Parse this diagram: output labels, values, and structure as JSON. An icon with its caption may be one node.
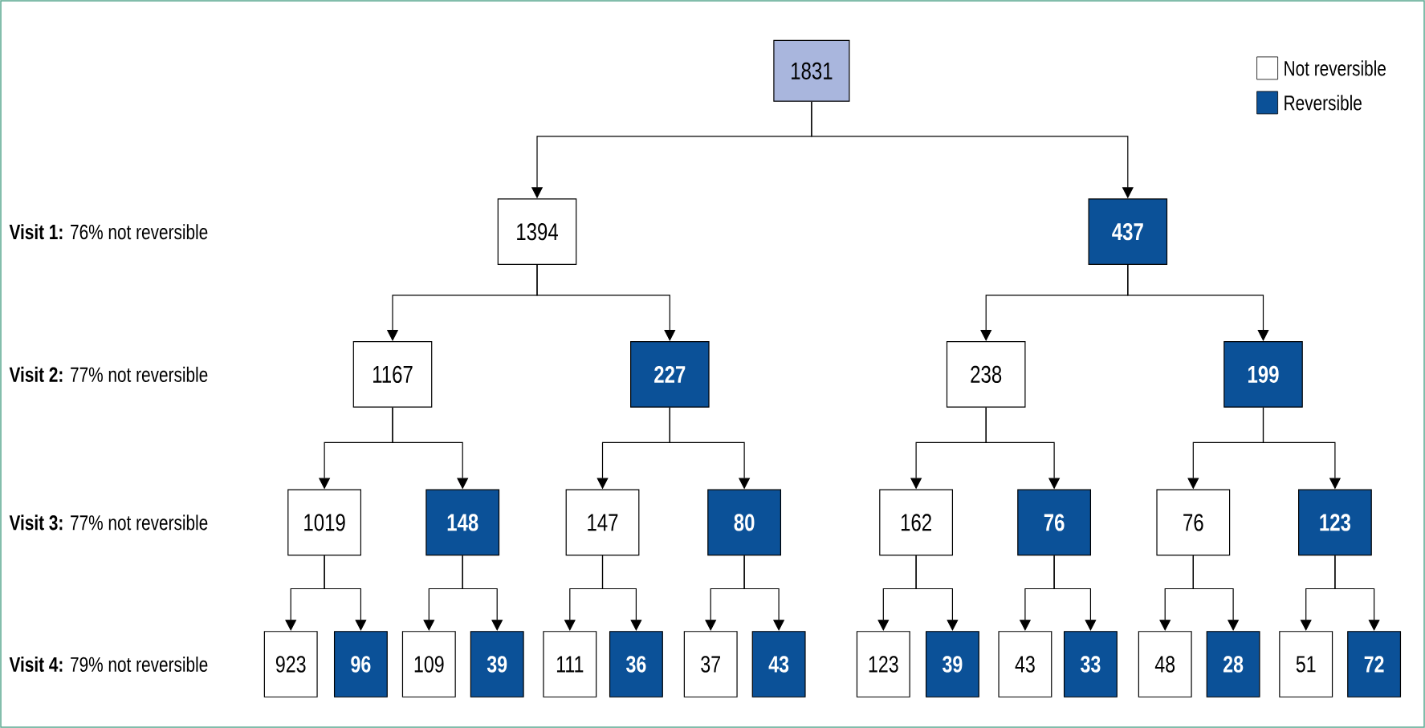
{
  "diagram": {
    "nodes": [
      {
        "text": [
          "1831"
        ]
      },
      {
        "text": [
          "1394"
        ]
      },
      {
        "text": [
          "437"
        ]
      },
      {
        "text": [
          "1167"
        ]
      },
      {
        "text": [
          "227"
        ]
      },
      {
        "text": [
          "238"
        ]
      },
      {
        "text": [
          "199"
        ]
      },
      {
        "text": [
          "1019"
        ]
      },
      {
        "text": [
          "148"
        ]
      },
      {
        "text": [
          "147"
        ]
      },
      {
        "text": [
          "80"
        ]
      },
      {
        "text": [
          "162"
        ]
      },
      {
        "text": [
          "76"
        ]
      },
      {
        "text": [
          "76"
        ]
      },
      {
        "text": [
          "123"
        ]
      },
      {
        "text": [
          "923"
        ]
      },
      {
        "text": [
          "96"
        ]
      },
      {
        "text": [
          "109"
        ]
      },
      {
        "text": [
          "39"
        ]
      },
      {
        "text": [
          "111"
        ]
      },
      {
        "text": [
          "36"
        ]
      },
      {
        "text": [
          "37"
        ]
      },
      {
        "text": [
          "43"
        ]
      },
      {
        "text": [
          "123"
        ]
      },
      {
        "text": [
          "39"
        ]
      },
      {
        "text": [
          "43"
        ]
      },
      {
        "text": [
          "33"
        ]
      },
      {
        "text": [
          "48"
        ]
      },
      {
        "text": [
          "28"
        ]
      },
      {
        "text": [
          "51"
        ]
      },
      {
        "text": [
          "72"
        ]
      }
    ],
    "edges": [
      {
        "from": 0,
        "to": 1,
        "arrow": "to"
      },
      {
        "from": 0,
        "to": 2,
        "arrow": "to"
      },
      {
        "from": 1,
        "to": 3,
        "arrow": "to"
      },
      {
        "from": 1,
        "to": 4,
        "arrow": "to"
      },
      {
        "from": 2,
        "to": 5,
        "arrow": "to"
      },
      {
        "from": 2,
        "to": 6,
        "arrow": "to"
      },
      {
        "from": 3,
        "to": 7,
        "arrow": "to"
      },
      {
        "from": 3,
        "to": 8,
        "arrow": "to"
      },
      {
        "from": 4,
        "to": 9,
        "arrow": "to"
      },
      {
        "from": 4,
        "to": 10,
        "arrow": "to"
      },
      {
        "from": 5,
        "to": 11,
        "arrow": "to"
      },
      {
        "from": 5,
        "to": 12,
        "arrow": "to"
      },
      {
        "from": 6,
        "to": 13,
        "arrow": "to"
      },
      {
        "from": 6,
        "to": 14,
        "arrow": "to"
      },
      {
        "from": 7,
        "to": 15,
        "arrow": "to"
      },
      {
        "from": 7,
        "to": 16,
        "arrow": "to"
      },
      {
        "from": 8,
        "to": 17,
        "arrow": "to"
      },
      {
        "from": 8,
        "to": 18,
        "arrow": "to"
      },
      {
        "from": 9,
        "to": 19,
        "arrow": "to"
      },
      {
        "from": 9,
        "to": 20,
        "arrow": "to"
      },
      {
        "from": 10,
        "to": 21,
        "arrow": "to"
      },
      {
        "from": 10,
        "to": 22,
        "arrow": "to"
      },
      {
        "from": 11,
        "to": 23,
        "arrow": "to"
      },
      {
        "from": 11,
        "to": 24,
        "arrow": "to"
      },
      {
        "from": 12,
        "to": 25,
        "arrow": "to"
      },
      {
        "from": 12,
        "to": 26,
        "arrow": "to"
      },
      {
        "from": 13,
        "to": 27,
        "arrow": "to"
      },
      {
        "from": 13,
        "to": 28,
        "arrow": "to"
      },
      {
        "from": 14,
        "to": 29,
        "arrow": "to"
      },
      {
        "from": 14,
        "to": 30,
        "arrow": "to"
      }
    ],
    "labels": [
      "**Visit 1:** 76% not reversible",
      "**Visit 2:** 77% not reversible",
      "**Visit 3:** 77% not reversible",
      "**Visit 4:** 79% not reversible"
    ],
    "legend": [
      {
        "text": "Not reversible"
      },
      {
        "text": "Reversible",
        "color": "#0b5198"
      }
    ]
  }
}
